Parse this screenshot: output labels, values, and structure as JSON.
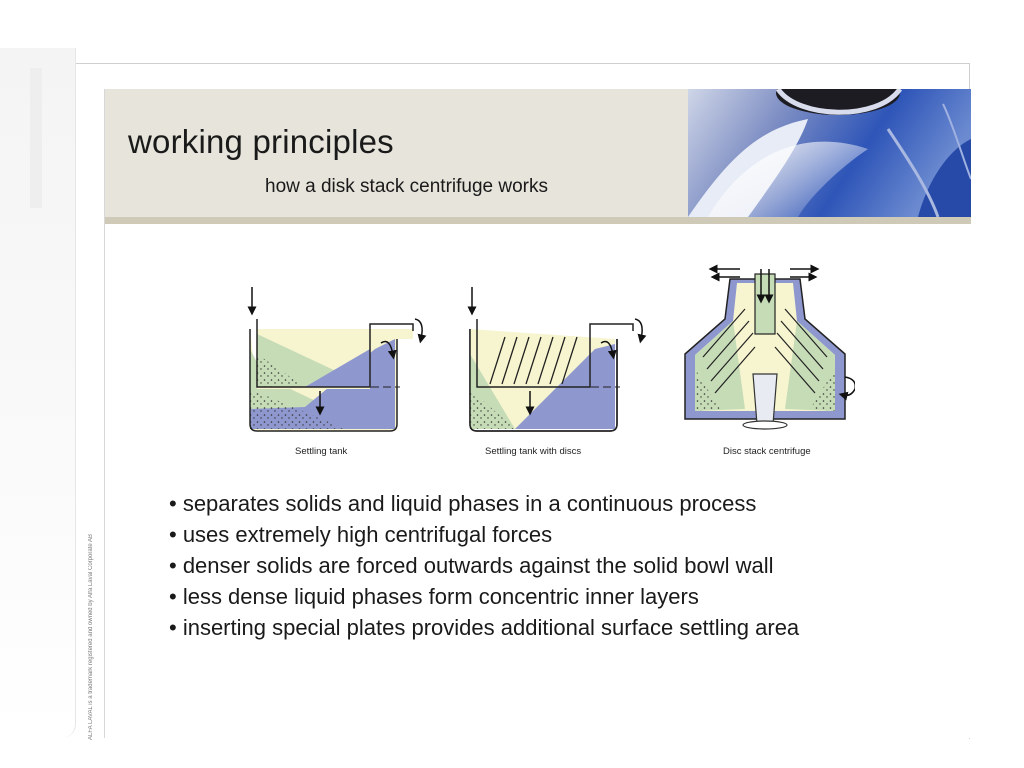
{
  "slide": {
    "title": "working principles",
    "subtitle": "how a disk stack centrifuge works"
  },
  "diagrams": [
    {
      "caption": "Settling tank"
    },
    {
      "caption": "Settling tank with discs"
    },
    {
      "caption": "Disc stack centrifuge"
    }
  ],
  "bullets": [
    "• separates solids and liquid phases in a continuous process",
    "• uses extremely high centrifugal forces",
    "• denser solids are forced outwards against the solid bowl wall",
    "• less dense liquid phases form concentric inner layers",
    "• inserting special plates provides additional surface settling area"
  ],
  "copyright": "ALFA LAVAL is a trademark registered and owned by Alfa Laval Corporate AB",
  "colors": {
    "header_band": "#e6e4db",
    "header_rule": "#cfcab7",
    "light_phase": "#f7f5cf",
    "heavy_phase": "#8f97cf",
    "solids": "#c6dcb7"
  }
}
